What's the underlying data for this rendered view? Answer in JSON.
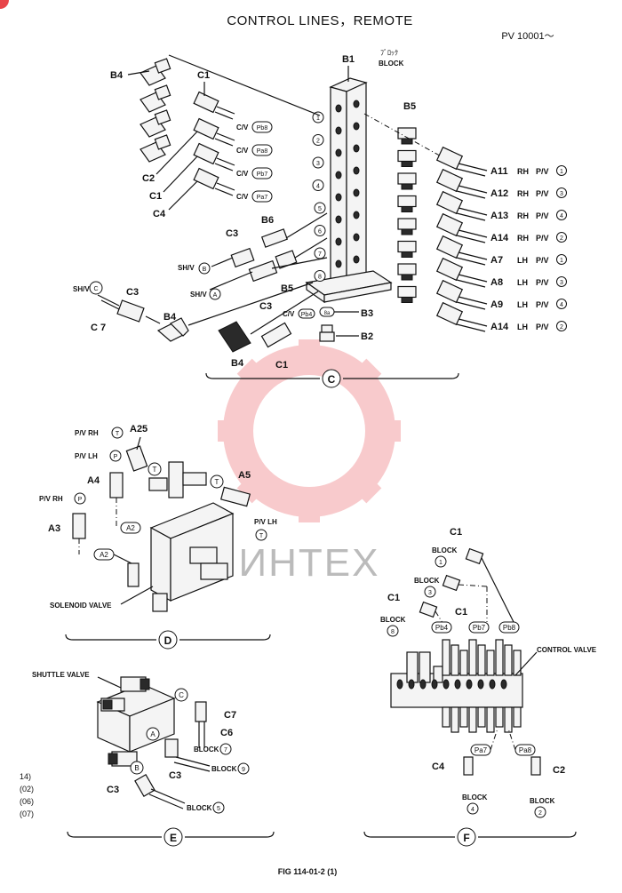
{
  "title": "CONTROL LINES，REMOTE",
  "serial": "PV 10001～",
  "figure_no": "FIG 114-01-2 (1)",
  "watermark": "ИНТЕХ",
  "watermark_color": "#e8454a",
  "side_notes": [
    "14)",
    "(02)",
    "(06)",
    "(07)"
  ],
  "views": {
    "C": {
      "label": "C",
      "block_label": "B1",
      "block_kana": "ﾌﾞﾛｯｸ",
      "block_word": "BLOCK",
      "port_numbers": [
        "1",
        "2",
        "3",
        "4",
        "5",
        "6",
        "7",
        "8"
      ],
      "parts": {
        "b4_top": "B4",
        "c1_top": "C1",
        "c2": "C2",
        "c1_mid": "C1",
        "c4": "C4",
        "b5_right": "B5",
        "b6": "B6",
        "c3_a": "C3",
        "b5_left": "B5",
        "c3_b": "C3",
        "c3_c": "C3",
        "c7": "C 7",
        "b4_mid": "B4",
        "b4_low": "B4",
        "c1_low": "C1",
        "b3": "B3",
        "b2": "B2"
      },
      "cv_ports": [
        "C/V",
        "C/V",
        "C/V",
        "C/V"
      ],
      "cv_codes": [
        "Pb8",
        "Pa8",
        "Pb7",
        "Pa7"
      ],
      "sh_labels": {
        "b": "SH/V",
        "b_code": "B",
        "a": "SH/V",
        "a_code": "A",
        "c": "SH/V",
        "c_code": "C"
      },
      "cv_low": "C/V",
      "cv_low_code": "Pb4",
      "b3_code": "8a",
      "right_hoses": [
        {
          "code": "A11",
          "side": "RH",
          "pv": "P/V",
          "num": "1"
        },
        {
          "code": "A12",
          "side": "RH",
          "pv": "P/V",
          "num": "3"
        },
        {
          "code": "A13",
          "side": "RH",
          "pv": "P/V",
          "num": "4"
        },
        {
          "code": "A14",
          "side": "RH",
          "pv": "P/V",
          "num": "2"
        },
        {
          "code": "A7",
          "side": "LH",
          "pv": "P/V",
          "num": "1"
        },
        {
          "code": "A8",
          "side": "LH",
          "pv": "P/V",
          "num": "3"
        },
        {
          "code": "A9",
          "side": "LH",
          "pv": "P/V",
          "num": "4"
        },
        {
          "code": "A14",
          "side": "LH",
          "pv": "P/V",
          "num": "2"
        }
      ]
    },
    "D": {
      "label": "D",
      "pv_rh_t": "P/V RH",
      "pv_rh_t_code": "T",
      "a25": "A25",
      "pv_lh_p": "P/V LH",
      "pv_lh_p_code": "P",
      "a4": "A4",
      "t1": "T",
      "t2": "T",
      "a5": "A5",
      "pv_lh_t": "P/V LH",
      "pv_lh_t_code": "T",
      "pv_rh_p": "P/V RH",
      "pv_rh_p_code": "P",
      "a3": "A3",
      "a2_top": "A2",
      "a2_bottom": "A2",
      "solenoid": "SOLENOID VALVE"
    },
    "E": {
      "label": "E",
      "shuttle": "SHUTTLE VALVE",
      "c_circle": "C",
      "a_circle": "A",
      "b_circle": "B",
      "c7": "C7",
      "c6": "C6",
      "block7": "BLOCK",
      "block7_code": "7",
      "c3_mid": "C3",
      "block9": "BLOCK",
      "block9_code": "9",
      "c3_low": "C3",
      "block5": "BLOCK",
      "block5_code": "5"
    },
    "F": {
      "label": "F",
      "c1_top": "C1",
      "block1": "BLOCK",
      "block1_code": "1",
      "block3": "BLOCK",
      "block3_code": "3",
      "c1_mid": "C1",
      "c1_left": "C1",
      "block8": "BLOCK",
      "block8_code": "8",
      "pb4": "Pb4",
      "pb7": "Pb7",
      "pb8": "Pb8",
      "control_valve": "CONTROL VALVE",
      "pa7": "Pa7",
      "pa8": "Pa8",
      "c4": "C4",
      "c2": "C2",
      "block4": "BLOCK",
      "block4_code": "4",
      "block2": "BLOCK",
      "block2_code": "2"
    }
  }
}
